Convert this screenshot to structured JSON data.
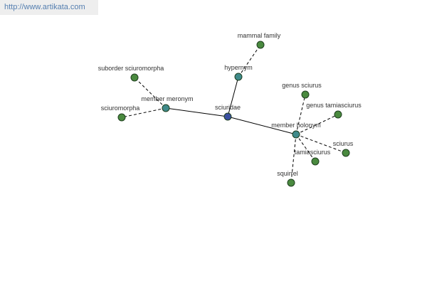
{
  "header": {
    "url": "http://www.artikata.com"
  },
  "colors": {
    "center_node": "#3a4fa0",
    "relation_node": "#3f8a8a",
    "word_node": "#4a8a3f",
    "node_stroke": "#1f3f1f",
    "edge": "#000000"
  },
  "graph": {
    "center": {
      "id": "sciuridae",
      "label": "sciuridae"
    },
    "relations": [
      {
        "id": "hypernym",
        "label": "hypernym"
      },
      {
        "id": "member-meronym",
        "label": "member meronym"
      },
      {
        "id": "member-holonym",
        "label": "member holonym"
      }
    ],
    "words": [
      {
        "id": "mammal-family",
        "label": "mammal family",
        "relation": "hypernym"
      },
      {
        "id": "suborder-sciuromorpha",
        "label": "suborder sciuromorpha",
        "relation": "member-meronym"
      },
      {
        "id": "sciuromorpha",
        "label": "sciuromorpha",
        "relation": "member-meronym"
      },
      {
        "id": "genus-sciurus",
        "label": "genus sciurus",
        "relation": "member-holonym"
      },
      {
        "id": "genus-tamiasciurus",
        "label": "genus tamiasciurus",
        "relation": "member-holonym"
      },
      {
        "id": "sciurus",
        "label": "sciurus",
        "relation": "member-holonym"
      },
      {
        "id": "tamiasciurus",
        "label": "tamiasciurus",
        "relation": "member-holonym"
      },
      {
        "id": "squirrel",
        "label": "squirrel",
        "relation": "member-holonym"
      }
    ]
  }
}
